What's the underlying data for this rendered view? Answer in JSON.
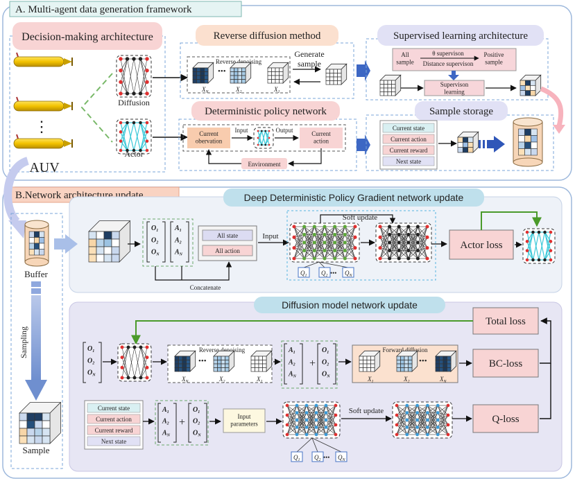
{
  "sectionA": {
    "title": "A. Multi-agent data generation framework",
    "decision_title": "Decision-making architecture",
    "auv_label": "AUV",
    "vdots": "⋮",
    "diffusion_label": "Diffusion",
    "actor_label": "Actor",
    "reverse_title": "Reverse diffusion method",
    "reverse_denoising": "Reverse denoising",
    "dots": "•••",
    "generate_sample": "Generate\nsample",
    "xn": "X",
    "xn_sub": "N",
    "x2": "X",
    "x2_sub": "2",
    "x1": "X",
    "x1_sub": "1",
    "supervised_title": "Supervised learning architecture",
    "all_sample": "All\nsample",
    "theta_supervision": "θ supervison",
    "distance_supervision": "Distance supervison",
    "positive_sample": "Positive\nsample",
    "supervison_learning": "Supervison\nlearning",
    "dpn_title": "Deterministic policy network",
    "current_observation": "Current\nobervation",
    "input": "Input",
    "output": "Output",
    "current_action": "Current\naction",
    "environment": "Environment",
    "sample_storage": "Sample storage",
    "storage_items": [
      "Current state",
      "Current action",
      "Current reward",
      "Next state"
    ]
  },
  "sectionB": {
    "title": "B.Network architecture update",
    "buffer": "Buffer",
    "sampling": "Sampling",
    "sample": "Sample",
    "ddpg_title": "Deep Deterministic Policy Gradient  network update",
    "o1": "O",
    "o1_sub": "1",
    "o2": "O",
    "o2_sub": "2",
    "on": "O",
    "on_sub": "N",
    "a1": "A",
    "a1_sub": "1",
    "a2": "A",
    "a2_sub": "2",
    "an": "A",
    "an_sub": "N",
    "all_state": "All state",
    "all_action": "All action",
    "input": "Input",
    "concatenate": "Concatenate",
    "soft_update": "Soft update",
    "actor_loss": "Actor loss",
    "q1": "Q",
    "q1_sub": "1",
    "q2": "Q",
    "q2_sub": "2",
    "qn": "Q",
    "qn_sub": "N",
    "diffusion_title": "Diffusion model network update",
    "total_loss": "Total loss",
    "bc_loss": "BC-loss",
    "q_loss": "Q-loss",
    "reverse_denoising": "Reverse denoising",
    "forward_diffusion": "Forward diffusion",
    "plus": "+",
    "input_parameters": "Input\nparameters",
    "state_items": [
      "Current state",
      "Current action",
      "Current reward",
      "Next state"
    ]
  }
}
